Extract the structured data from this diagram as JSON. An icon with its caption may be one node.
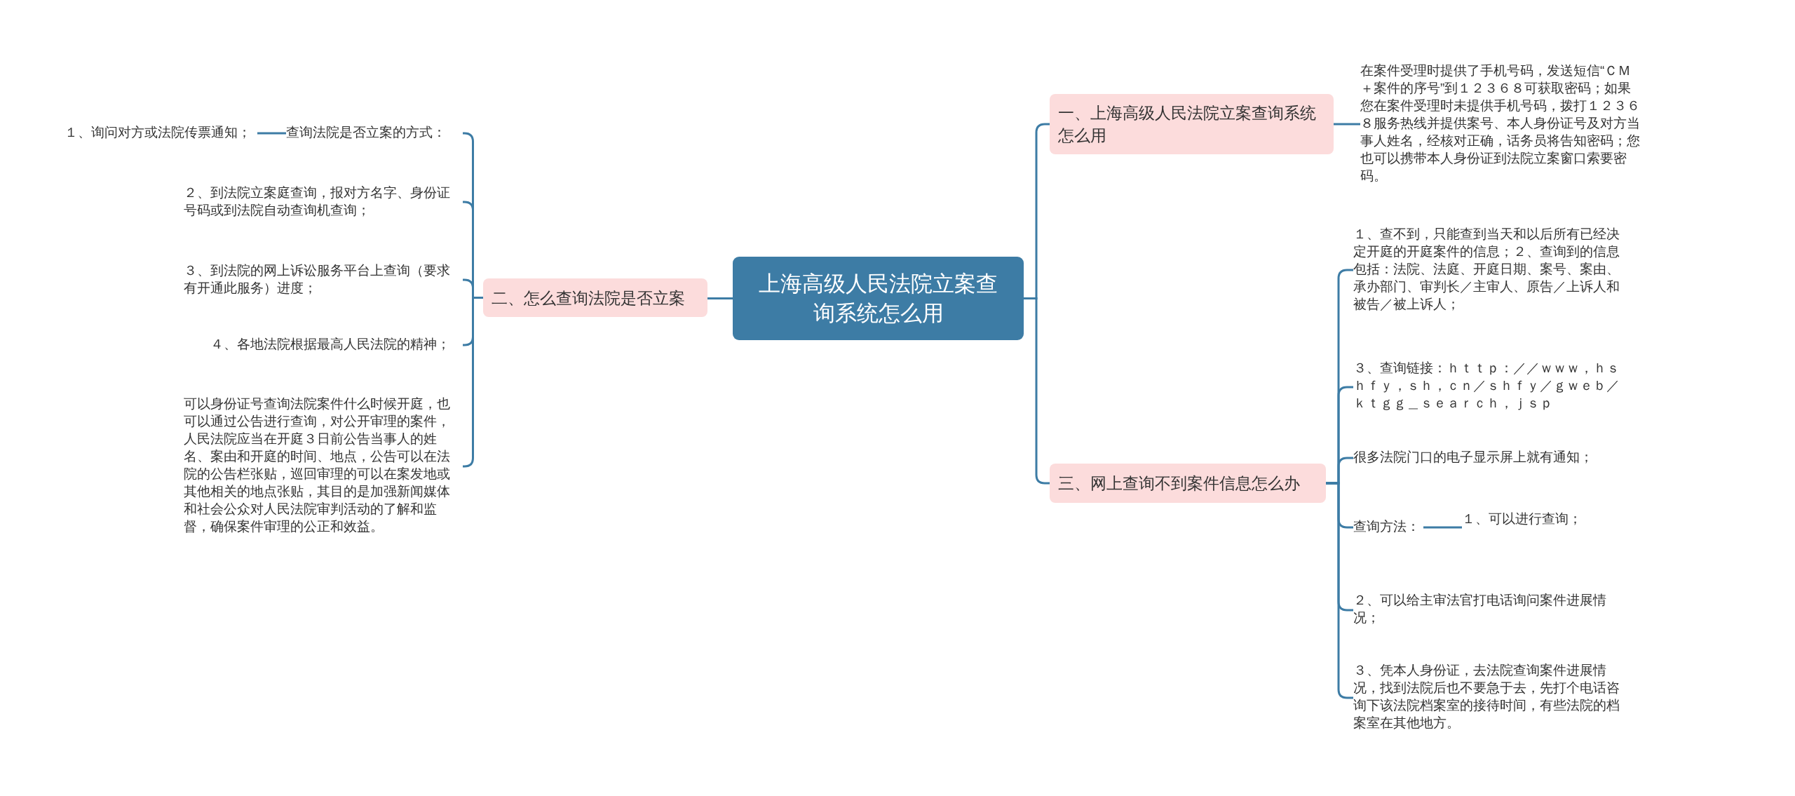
{
  "diagram": {
    "nodes": [
      {
        "text": [
          "上海高级人民法院立案查询系统怎么用"
        ]
      },
      {
        "text": [
          "一、上海高级人民法院立案查询系统怎么用"
        ]
      },
      {
        "text": [
          "在案件受理时提供了手机号码，发送短信“ＣＭ＋案件的序号”到１２３６８可获取密码；如果您在案件受理时未提供手机号码，拨打１２３６８服务热线并提供案号、本人身份证号及对方当事人姓名，经核对正确，话务员将告知密码；您也可以携带本人身份证到法院立案窗口索要密码。"
        ]
      },
      {
        "text": [
          "二、怎么查询法院是否立案"
        ]
      },
      {
        "text": [
          "查询法院是否立案的方式："
        ]
      },
      {
        "text": [
          "１、询问对方或法院传票通知；"
        ]
      },
      {
        "text": [
          "２、到法院立案庭查询，报对方名字、身份证号码或到法院自动查询机查询；"
        ]
      },
      {
        "text": [
          "３、到法院的网上诉讼服务平台上查询（要求有开通此服务）进度；"
        ]
      },
      {
        "text": [
          "４、各地法院根据最高人民法院的精神；"
        ]
      },
      {
        "text": [
          "可以身份证号查询法院案件什么时候开庭，也可以通过公告进行查询，对公开审理的案件，人民法院应当在开庭３日前公告当事人的姓名、案由和开庭的时间、地点，公告可以在法院的公告栏张贴，巡回审理的可以在案发地或其他相关的地点张贴，其目的是加强新闻媒体和社会公众对人民法院审判活动的了解和监督，确保案件审理的公正和效益。"
        ]
      },
      {
        "text": [
          "三、网上查询不到案件信息怎么办"
        ]
      },
      {
        "text": [
          "１、查不到，只能查到当天和以后所有已经决定开庭的开庭案件的信息；２、查询到的信息包括：法院、法庭、开庭日期、案号、案由、承办部门、审判长／主审人、原告／上诉人和被告／被上诉人；"
        ]
      },
      {
        "text": [
          "３、查询链接：ｈｔｔｐ：／／ｗｗｗ，ｈｓｈｆｙ，ｓｈ，ｃｎ／ｓｈｆｙ／ｇｗｅｂ／ｋｔｇｇ＿ｓｅａｒｃｈ，ｊｓｐ"
        ]
      },
      {
        "text": [
          "很多法院门口的电子显示屏上就有通知；"
        ]
      },
      {
        "text": [
          "查询方法："
        ]
      },
      {
        "text": [
          "１、可以进行查询；"
        ]
      },
      {
        "text": [
          "２、可以给主审法官打电话询问案件进展情况；"
        ]
      },
      {
        "text": [
          "３、凭本人身份证，去法院查询案件进展情况，找到法院后也不要急于去，先打个电话咨询下该法院档案室的接待时间，有些法院的档案室在其他地方。"
        ]
      }
    ],
    "edges": [
      {
        "from": 0,
        "to": 1,
        "arrow": "none"
      },
      {
        "from": 0,
        "to": 3,
        "arrow": "none"
      },
      {
        "from": 0,
        "to": 10,
        "arrow": "none"
      },
      {
        "from": 1,
        "to": 2,
        "arrow": "none"
      },
      {
        "from": 3,
        "to": 4,
        "arrow": "none"
      },
      {
        "from": 4,
        "to": 5,
        "arrow": "none"
      },
      {
        "from": 3,
        "to": 6,
        "arrow": "none"
      },
      {
        "from": 3,
        "to": 7,
        "arrow": "none"
      },
      {
        "from": 3,
        "to": 8,
        "arrow": "none"
      },
      {
        "from": 3,
        "to": 9,
        "arrow": "none"
      },
      {
        "from": 10,
        "to": 11,
        "arrow": "none"
      },
      {
        "from": 10,
        "to": 12,
        "arrow": "none"
      },
      {
        "from": 10,
        "to": 13,
        "arrow": "none"
      },
      {
        "from": 10,
        "to": 14,
        "arrow": "none"
      },
      {
        "from": 14,
        "to": 15,
        "arrow": "none"
      },
      {
        "from": 10,
        "to": 16,
        "arrow": "none"
      },
      {
        "from": 10,
        "to": 17,
        "arrow": "none"
      }
    ]
  }
}
